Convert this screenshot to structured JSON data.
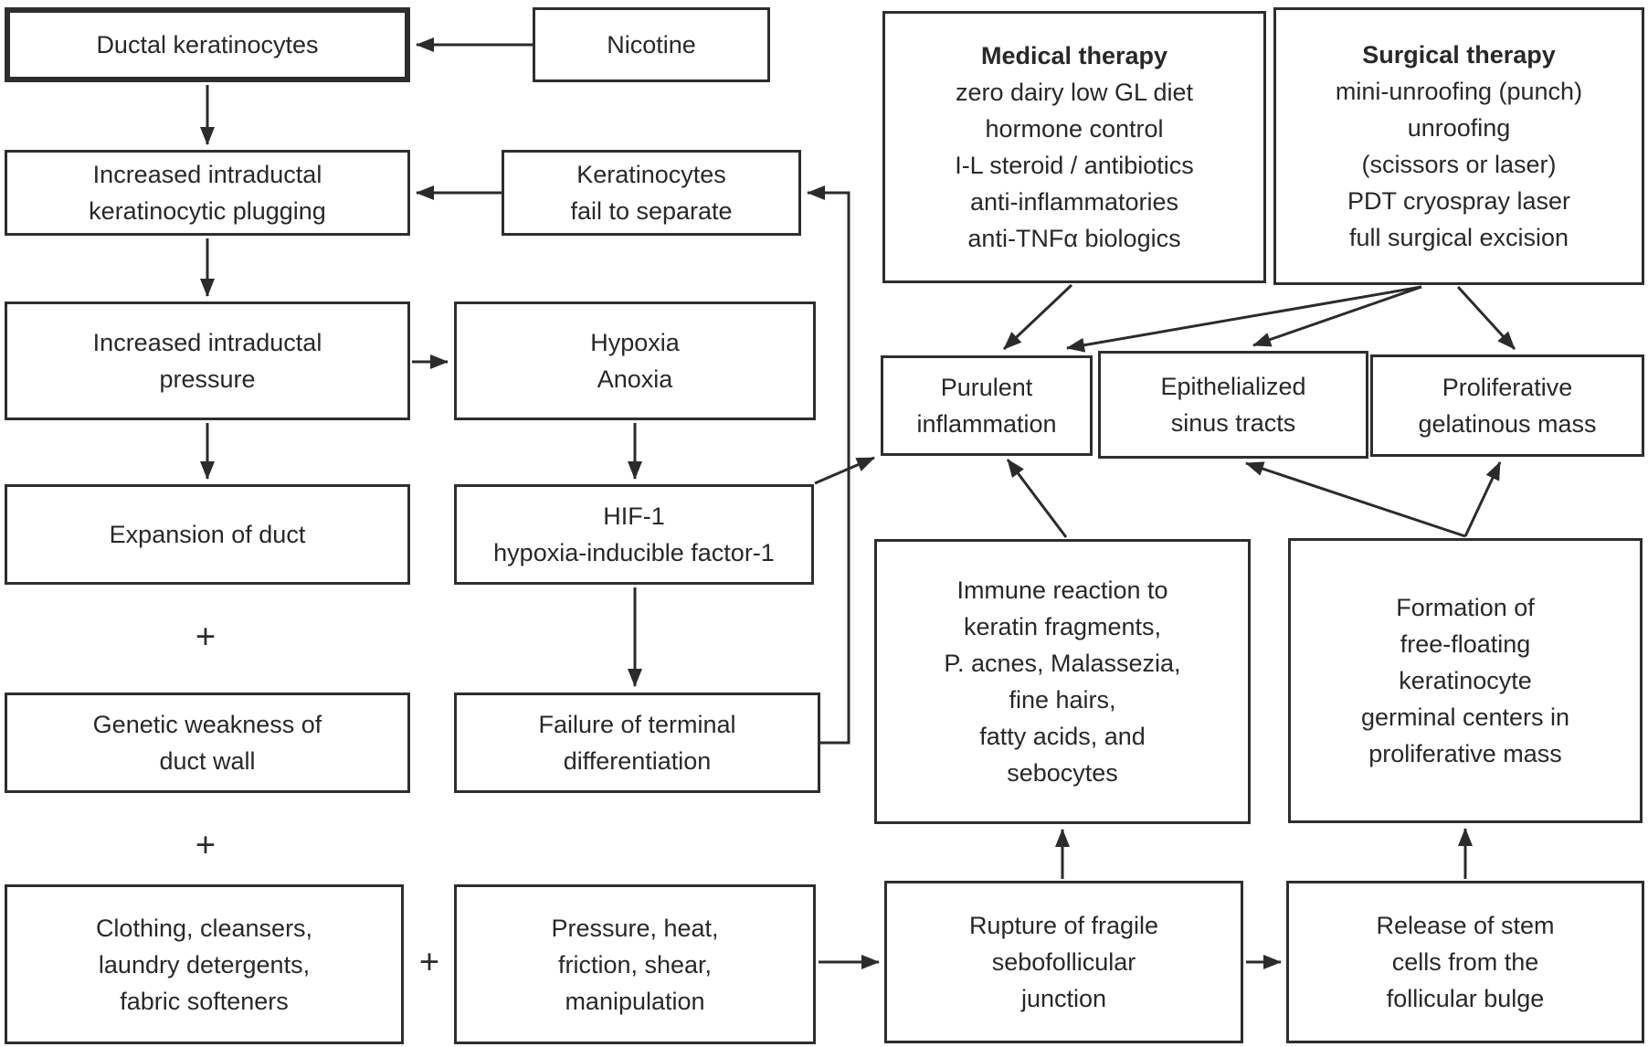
{
  "diagram": {
    "colors": {
      "background": "#ffffff",
      "line": "#2b2b2b",
      "text": "#282828"
    },
    "nodes": {
      "ductal": {
        "lines": [
          "Ductal keratinocytes"
        ]
      },
      "nicotine": {
        "lines": [
          "Nicotine"
        ]
      },
      "plugging": {
        "lines": [
          "Increased intraductal",
          "keratinocytic plugging"
        ]
      },
      "keratinocytes_fail": {
        "lines": [
          "Keratinocytes",
          "fail to separate"
        ]
      },
      "pressure": {
        "lines": [
          "Increased intraductal",
          "pressure"
        ]
      },
      "hypoxia": {
        "lines": [
          "Hypoxia",
          "Anoxia"
        ]
      },
      "expansion": {
        "lines": [
          "Expansion of duct"
        ]
      },
      "hif1": {
        "lines": [
          "HIF-1",
          "hypoxia-inducible factor-1"
        ]
      },
      "genetic": {
        "lines": [
          "Genetic weakness of",
          "duct wall"
        ]
      },
      "failure": {
        "lines": [
          "Failure of terminal",
          "differentiation"
        ]
      },
      "clothing": {
        "lines": [
          "Clothing, cleansers,",
          "laundry detergents,",
          "fabric softeners"
        ]
      },
      "pressure_heat": {
        "lines": [
          "Pressure, heat,",
          "friction, shear,",
          "manipulation"
        ]
      },
      "rupture": {
        "lines": [
          "Rupture of fragile",
          "sebofollicular",
          "junction"
        ]
      },
      "release": {
        "lines": [
          "Release of stem",
          "cells from the",
          "follicular bulge"
        ]
      },
      "medical": {
        "title": "Medical therapy",
        "lines": [
          "zero dairy low GL diet",
          "hormone control",
          "I-L steroid / antibiotics",
          "anti-inflammatories",
          "anti-TNFα biologics"
        ]
      },
      "surgical": {
        "title": "Surgical therapy",
        "lines": [
          "mini-unroofing (punch)",
          "unroofing",
          "(scissors or laser)",
          "PDT cryospray laser",
          "full surgical excision"
        ]
      },
      "purulent": {
        "lines": [
          "Purulent",
          "inflammation"
        ]
      },
      "epithelialized": {
        "lines": [
          "Epithelialized",
          "sinus tracts"
        ]
      },
      "proliferative": {
        "lines": [
          "Proliferative",
          "gelatinous mass"
        ]
      },
      "immune": {
        "lines": [
          "Immune reaction to",
          "keratin fragments,",
          "P. acnes, Malassezia,",
          "fine hairs,",
          "fatty acids, and",
          "sebocytes"
        ]
      },
      "formation": {
        "lines": [
          "Formation of",
          "free-floating",
          "keratinocyte",
          "germinal centers in",
          "proliferative mass"
        ]
      }
    },
    "operators": {
      "plus1": "+",
      "plus2": "+",
      "plus3": "+"
    }
  }
}
